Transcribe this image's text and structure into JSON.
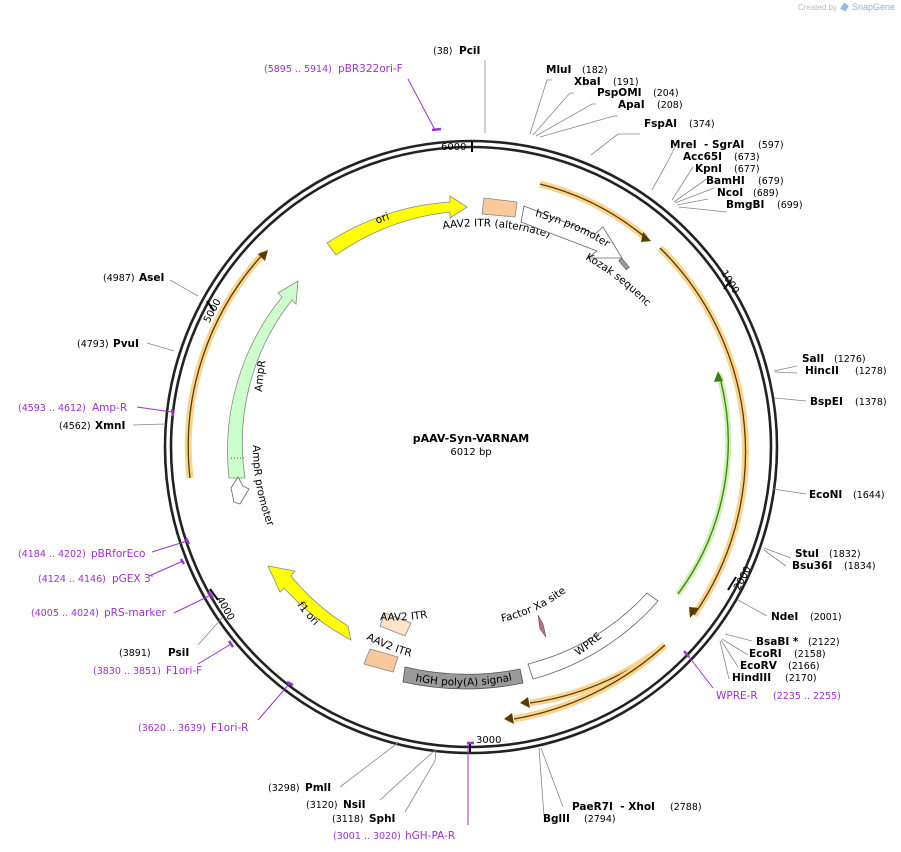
{
  "header": {
    "created_by": "Created by",
    "brand": "SnapGene"
  },
  "plasmid": {
    "name": "pAAV-Syn-VARNAM",
    "length": "6012 bp"
  },
  "ticks": [
    "1000",
    "2000",
    "3000",
    "4000",
    "5000",
    "6000"
  ],
  "enzymes": [
    {
      "pos": "(38)",
      "name": "PciI"
    },
    {
      "pos": "(182)",
      "name": "MluI"
    },
    {
      "pos": "(191)",
      "name": "XbaI"
    },
    {
      "pos": "(204)",
      "name": "PspOMI"
    },
    {
      "pos": "(208)",
      "name": "ApaI"
    },
    {
      "pos": "(374)",
      "name": "FspAI"
    },
    {
      "pos": "(597)",
      "name": "MreI  - SgrAI"
    },
    {
      "pos": "(673)",
      "name": "Acc65I"
    },
    {
      "pos": "(677)",
      "name": "KpnI"
    },
    {
      "pos": "(679)",
      "name": "BamHI"
    },
    {
      "pos": "(689)",
      "name": "NcoI"
    },
    {
      "pos": "(699)",
      "name": "BmgBI"
    },
    {
      "pos": "(1276)",
      "name": "SalI"
    },
    {
      "pos": "(1278)",
      "name": "HincII"
    },
    {
      "pos": "(1378)",
      "name": "BspEI"
    },
    {
      "pos": "(1644)",
      "name": "EcoNI"
    },
    {
      "pos": "(1832)",
      "name": "StuI"
    },
    {
      "pos": "(1834)",
      "name": "Bsu36I"
    },
    {
      "pos": "(2001)",
      "name": "NdeI"
    },
    {
      "pos": "(2122)",
      "name": "BsaBI *"
    },
    {
      "pos": "(2158)",
      "name": "EcoRI"
    },
    {
      "pos": "(2166)",
      "name": "EcoRV"
    },
    {
      "pos": "(2170)",
      "name": "HindIII"
    },
    {
      "pos": "(2788)",
      "name": "PaeR7I  - XhoI"
    },
    {
      "pos": "(2794)",
      "name": "BglII"
    },
    {
      "pos": "(3118)",
      "name": "SphI"
    },
    {
      "pos": "(3120)",
      "name": "NsiI"
    },
    {
      "pos": "(3298)",
      "name": "PmlI"
    },
    {
      "pos": "(3891)",
      "name": "PsiI"
    },
    {
      "pos": "(4562)",
      "name": "XmnI"
    },
    {
      "pos": "(4793)",
      "name": "PvuI"
    },
    {
      "pos": "(4987)",
      "name": "AseI"
    }
  ],
  "primers": [
    {
      "pos": "(5895 .. 5914)",
      "name": "pBR322ori-F"
    },
    {
      "pos": "(2235 .. 2255)",
      "name": "WPRE-R"
    },
    {
      "pos": "(3001 .. 3020)",
      "name": "hGH-PA-R"
    },
    {
      "pos": "(3620 .. 3639)",
      "name": "F1ori-R"
    },
    {
      "pos": "(3830 .. 3851)",
      "name": "F1ori-F"
    },
    {
      "pos": "(4005 .. 4024)",
      "name": "pRS-marker"
    },
    {
      "pos": "(4124 .. 4146)",
      "name": "pGEX 3'"
    },
    {
      "pos": "(4184 .. 4202)",
      "name": "pBRforEco"
    },
    {
      "pos": "(4593 .. 4612)",
      "name": "Amp-R"
    }
  ],
  "features": {
    "ori": "ori",
    "itr_alt": "AAV2 ITR (alternate)",
    "hsyn": "hSyn promoter",
    "kozak": "Kozak sequence",
    "ampr": "AmpR",
    "ampr_promoter": "AmpR promoter",
    "f1ori": "f1 ori",
    "itr1": "AAV2 ITR",
    "itr2": "AAV2 ITR",
    "hgh": "hGH poly(A) signal",
    "wpre": "WPRE",
    "factor_xa": "Factor Xa site"
  },
  "colors": {
    "ori": "#ffff00",
    "itr": "#f9c89b",
    "ampr": "#ccffcc",
    "orange_track": "#f6a51e",
    "green_track": "#5aa81f",
    "primer": "#9b31d2",
    "hgh": "#999999",
    "factor_xa": "#c06d8a"
  }
}
